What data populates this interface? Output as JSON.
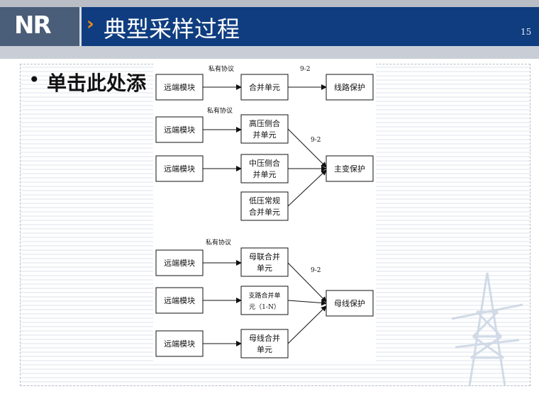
{
  "header": {
    "logo": "NR",
    "title": "典型采样过程",
    "page_number": "15"
  },
  "content": {
    "bullet": "•",
    "placeholder_text": "单击此处添"
  },
  "diagram": {
    "groups": [
      {
        "protocol": "私有协议",
        "link": "9-2",
        "sources": [
          "远端模块"
        ],
        "merging_units": [
          [
            "合并单元"
          ]
        ],
        "target": "线路保护"
      },
      {
        "protocol": "私有协议",
        "link": "9-2",
        "sources": [
          "远端模块",
          "远端模块"
        ],
        "merging_units": [
          [
            "高压侧合",
            "并单元"
          ],
          [
            "中压侧合",
            "并单元"
          ],
          [
            "低压常规",
            "合并单元"
          ]
        ],
        "target": "主变保护"
      },
      {
        "protocol": "私有协议",
        "link": "9-2",
        "sources": [
          "远端模块",
          "远端模块",
          "远端模块"
        ],
        "merging_units": [
          [
            "母联合并",
            "单元"
          ],
          [
            "支路合并单",
            "元（1-N）"
          ],
          [
            "母线合并",
            "单元"
          ]
        ],
        "target": "母线保护"
      }
    ]
  }
}
